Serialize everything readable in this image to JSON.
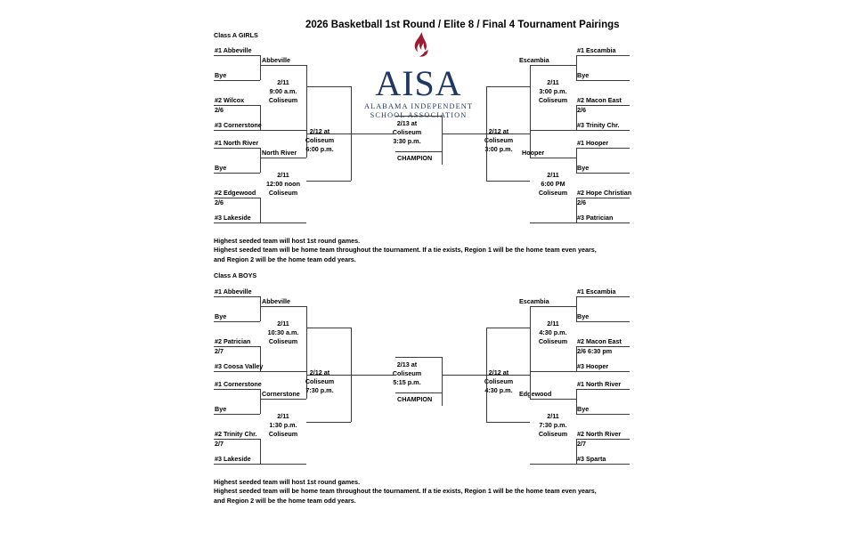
{
  "document": {
    "title": "2026 Basketball 1st Round / Elite 8 / Final 4 Tournament Pairings"
  },
  "logo": {
    "wordmark": "AISA",
    "subtitle_line1": "ALABAMA INDEPENDENT",
    "subtitle_line2": "SCHOOL ASSOCIATION",
    "navy": "#1f3864",
    "crimson": "#9e1b32"
  },
  "notes": {
    "line1": "Highest seeded team will host 1st round games.",
    "line2": "Highest seeded team will be home team throughout the tournament.  If a tie exists, Region 1 will be the home team even years,",
    "line3": "and Region 2 will be the home team odd years."
  },
  "brackets": [
    {
      "id": "girls",
      "class_label": "Class A GIRLS",
      "left": {
        "quads": [
          {
            "top_seed": "#1 Abbeville",
            "bye": "Bye",
            "winner": "Abbeville",
            "lower_seed": "#2 Wilcox",
            "lower_date": "2/6",
            "bottom_seed": "#3 Cornerstone",
            "game": {
              "date": "2/11",
              "time": "9:00 a.m.",
              "venue": "Coliseum"
            }
          },
          {
            "top_seed": "#1 North River",
            "bye": "Bye",
            "winner": "North River",
            "lower_seed": "#2 Edgewood",
            "lower_date": "2/6",
            "bottom_seed": "#3 Lakeside",
            "game": {
              "date": "2/11",
              "time": "12:00 noon",
              "venue": "Coliseum"
            }
          }
        ],
        "semifinal": {
          "line1": "2/12 at",
          "line2": "Coliseum",
          "line3": "6:00 p.m."
        }
      },
      "right": {
        "quads": [
          {
            "top_seed": "#1 Escambia",
            "bye": "Bye",
            "winner": "Escambia",
            "lower_seed": "#2 Macon East",
            "lower_date": "2/6",
            "bottom_seed": "#3 Trinity Chr.",
            "game": {
              "date": "2/11",
              "time": "3:00 p.m.",
              "venue": "Coliseum"
            }
          },
          {
            "top_seed": "#1 Hooper",
            "bye": "Bye",
            "winner": "Hooper",
            "lower_seed": "#2 Hope Christian",
            "lower_date": "2/6",
            "bottom_seed": "#3 Patrician",
            "game": {
              "date": "2/11",
              "time": "6:00 PM",
              "venue": "Coliseum"
            }
          }
        ],
        "semifinal": {
          "line1": "2/12 at",
          "line2": "Coliseum",
          "line3": "3:00 p.m."
        }
      },
      "final": {
        "line1": "2/13 at",
        "line2": "Coliseum",
        "line3": "3:30 p.m."
      },
      "champion_label": "CHAMPION"
    },
    {
      "id": "boys",
      "class_label": "Class A BOYS",
      "left": {
        "quads": [
          {
            "top_seed": "#1 Abbeville",
            "bye": "Bye",
            "winner": "Abbeville",
            "lower_seed": "#2 Patrician",
            "lower_date": "2/7",
            "bottom_seed": "#3 Coosa Valley",
            "game": {
              "date": "2/11",
              "time": "10:30 a.m.",
              "venue": "Coliseum"
            }
          },
          {
            "top_seed": "#1 Cornerstone",
            "bye": "Bye",
            "winner": "Cornerstone",
            "lower_seed": "#2 Trinity Chr.",
            "lower_date": "2/7",
            "bottom_seed": "#3 Lakeside",
            "game": {
              "date": "2/11",
              "time": "1:30 p.m.",
              "venue": "Coliseum"
            }
          }
        ],
        "semifinal": {
          "line1": "2/12 at",
          "line2": "Coliseum",
          "line3": "7:30 p.m."
        }
      },
      "right": {
        "quads": [
          {
            "top_seed": "#1 Escambia",
            "bye": "Bye",
            "winner": "Escambia",
            "lower_seed": "#2 Macon East",
            "lower_date": "2/6 6:30 pm",
            "bottom_seed": "#3 Hooper",
            "game": {
              "date": "2/11",
              "time": "4:30 p.m.",
              "venue": "Coliseum"
            }
          },
          {
            "top_seed": "#1 North River",
            "bye": "Bye",
            "winner": "Edgewood",
            "lower_seed": "#2 North River",
            "lower_date": "2/7",
            "bottom_seed": "#3 Sparta",
            "game": {
              "date": "2/11",
              "time": "7:30 p.m.",
              "venue": "Coliseum"
            }
          }
        ],
        "semifinal": {
          "line1": "2/12 at",
          "line2": "Coliseum",
          "line3": "4:30 p.m."
        }
      },
      "final": {
        "line1": "2/13 at",
        "line2": "Coliseum",
        "line3": "5:15 p.m."
      },
      "champion_label": "CHAMPION"
    }
  ]
}
